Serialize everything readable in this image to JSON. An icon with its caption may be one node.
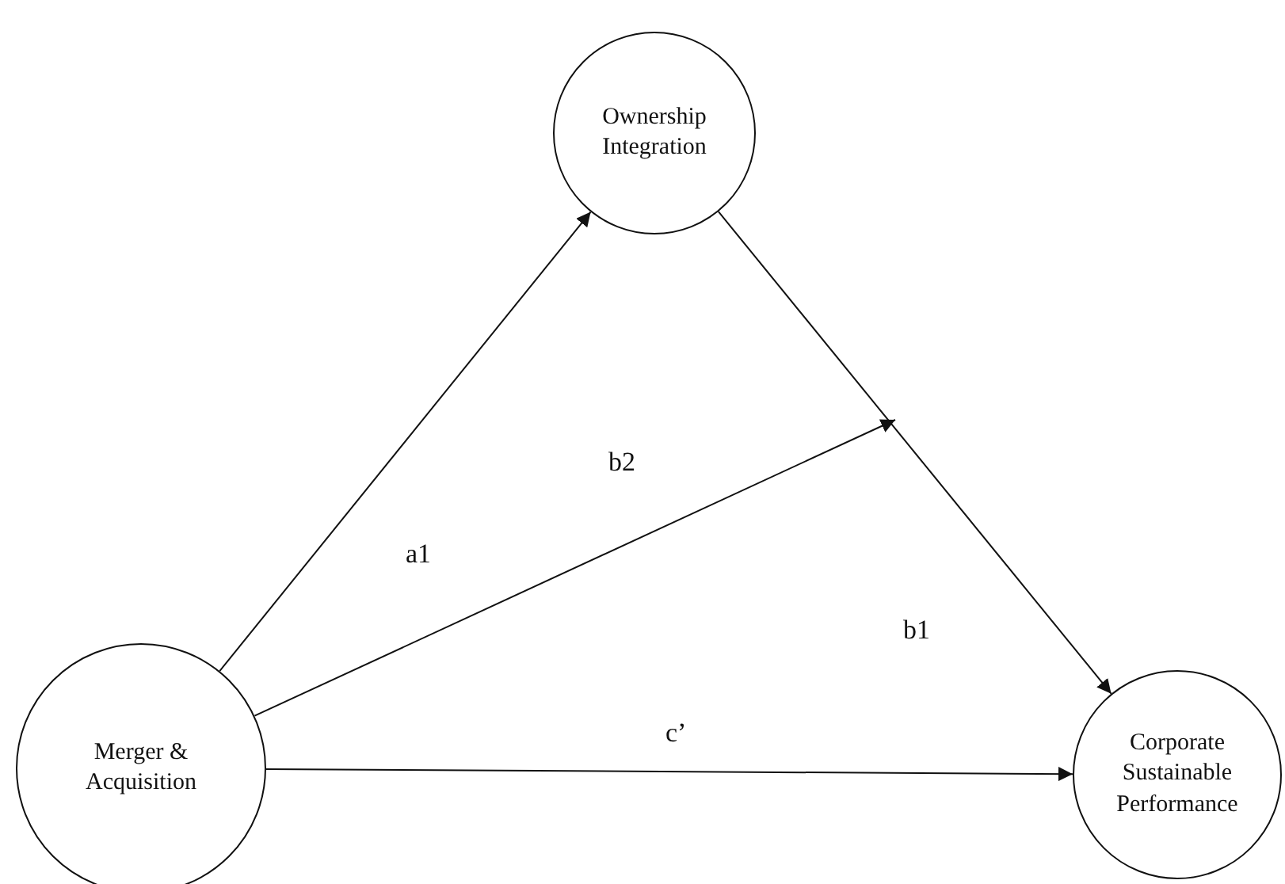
{
  "diagram": {
    "nodes": [
      {
        "text": [
          "Ownership Integration"
        ]
      },
      {
        "text": [
          "Merger & Acquisition"
        ]
      },
      {
        "text": [
          "Corporate Sustainable Performance"
        ]
      }
    ],
    "edges": [
      {
        "from": 1,
        "to": 0,
        "arrow": "to",
        "label": "a1"
      },
      {
        "from": 0,
        "to": 2,
        "arrow": "to",
        "label": "b1"
      },
      {
        "from": 1,
        "to": null,
        "arrow": "to",
        "label": "b2"
      },
      {
        "from": 1,
        "to": 2,
        "arrow": "to",
        "label": "c’"
      }
    ]
  }
}
